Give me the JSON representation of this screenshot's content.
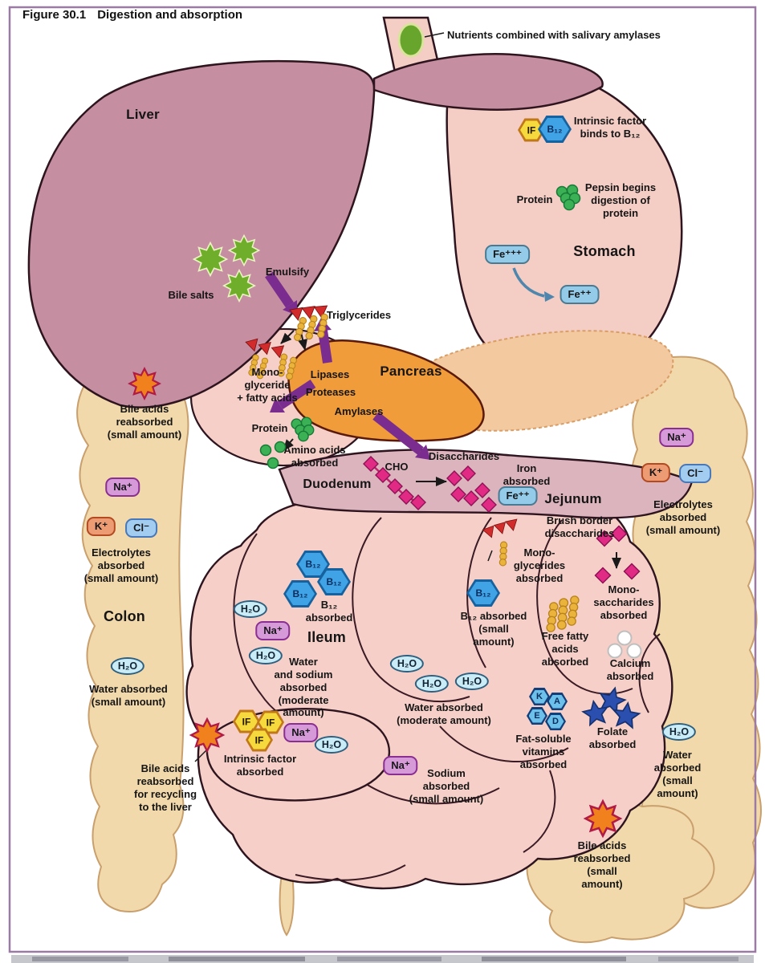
{
  "title": {
    "figure": "Figure 30.1",
    "text": "Digestion and absorption"
  },
  "colors": {
    "frame": "#9b7aa3",
    "liver": "#c68fa1",
    "stomach": "#f4cdc5",
    "intestine": "#f6d0c8",
    "duodenum": "#dcb4bd",
    "colon": "#f2d9ab",
    "pancreasHead": "#f09c3a",
    "pancreasBody": "#f3c9a0",
    "purpleArrow": "#7a2d8e",
    "blueArrow": "#4e86ad",
    "bileGreen": "#6fae2a",
    "proteinGreen": "#3cb054",
    "triRed": "#d22b2b",
    "chainYellow": "#eab33c",
    "diamPink": "#e02a84",
    "orangeStar": "#f0811c",
    "folateBlue": "#2b4fae",
    "feChip": "#93cbe8",
    "naChip": "#d79ad8",
    "kChip": "#ec9b72",
    "clChip": "#a3cdf0",
    "ifHex": "#f6d93c",
    "b12Hex": "#3fa3e6",
    "ovalBg": "#c9ecf7"
  },
  "organs": {
    "liver": "Liver",
    "stomach": "Stomach",
    "pancreas": "Pancreas",
    "duodenum": "Duodenum",
    "jejunum": "Jejunum",
    "ileum": "Ileum",
    "colon": "Colon"
  },
  "chips": {
    "if": "IF",
    "b12": "B₁₂",
    "fe3": "Fe⁺⁺⁺",
    "fe2": "Fe⁺⁺",
    "na": "Na⁺",
    "k": "K⁺",
    "cl": "Cl⁻",
    "h2o": "H₂O",
    "vit_k": "K",
    "vit_a": "A",
    "vit_e": "E",
    "vit_d": "D"
  },
  "esophagus": {
    "note": "Nutrients combined with salivary amylases"
  },
  "stomach_area": {
    "intrinsic_note": "Intrinsic factor\nbinds to B₁₂",
    "protein": "Protein",
    "pepsin_note": "Pepsin begins\ndigestion of\nprotein"
  },
  "liver_area": {
    "bile_salts": "Bile salts",
    "emulsify": "Emulsify"
  },
  "pancreas_area": {
    "triglycerides": "Triglycerides",
    "monoglyceride": "Mono-\nglyceride\n+ fatty acids",
    "lipases": "Lipases",
    "proteases": "Proteases",
    "amylases": "Amylases"
  },
  "duodenum_area": {
    "protein": "Protein",
    "amino_acids": "Amino acids\nabsorbed",
    "cho": "CHO",
    "disaccharides": "Disaccharides",
    "iron_absorbed": "Iron\nabsorbed"
  },
  "jejunum_area": {
    "brush_border": "Brush border\ndisaccharides",
    "monoglycerides": "Mono-\nglycerides\nabsorbed",
    "monosaccharides": "Mono-\nsaccharides\nabsorbed",
    "free_fatty": "Free fatty\nacids\nabsorbed",
    "calcium": "Calcium\nabsorbed",
    "fat_soluble": "Fat-soluble\nvitamins\nabsorbed",
    "folate": "Folate\nabsorbed"
  },
  "ileum_area": {
    "b12_absorbed": "B₁₂\nabsorbed",
    "water_sodium": "Water\nand sodium\nabsorbed\n(moderate\namount)",
    "intrinsic_absorbed": "Intrinsic factor\nabsorbed"
  },
  "center_area": {
    "b12_small": "B₁₂ absorbed\n(small\namount)",
    "water_moderate": "Water absorbed\n(moderate amount)",
    "sodium_small": "Sodium\nabsorbed\n(small amount)"
  },
  "colon_left": {
    "bile_acids": "Bile acids\nreabsorbed\n(small amount)",
    "electrolytes": "Electrolytes\nabsorbed\n(small amount)",
    "water": "Water absorbed\n(small amount)",
    "bile_recycling": "Bile acids\nreabsorbed\nfor recycling\nto the liver"
  },
  "colon_right": {
    "electrolytes": "Electrolytes\nabsorbed\n(small amount)",
    "water": "Water\nabsorbed\n(small\namount)",
    "bile_acids": "Bile acids\nreabsorbed\n(small\namount)"
  }
}
